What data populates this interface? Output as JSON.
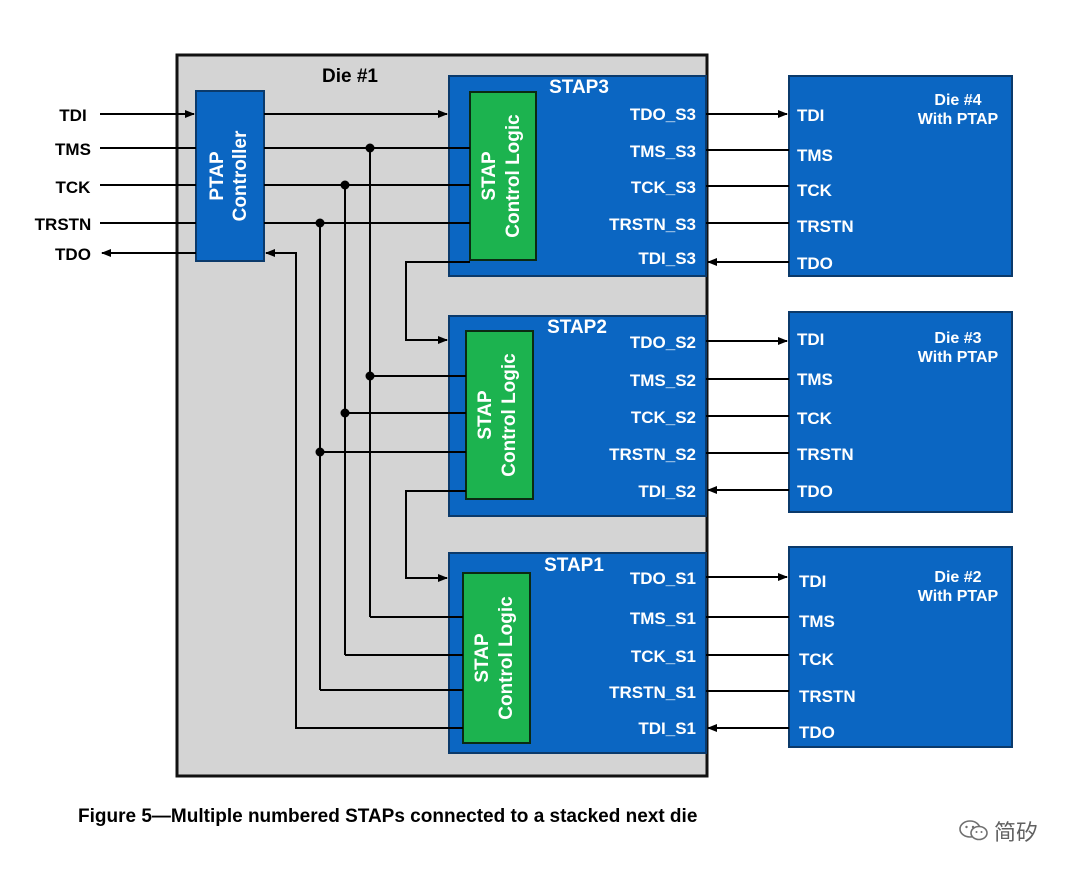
{
  "die1": {
    "title": "Die #1"
  },
  "ptap": {
    "line1": "PTAP",
    "line2": "Controller"
  },
  "external_pins": [
    "TDI",
    "TMS",
    "TCK",
    "TRSTN",
    "TDO"
  ],
  "staps": [
    {
      "title": "STAP3",
      "logic_line1": "STAP",
      "logic_line2": "Control Logic",
      "ports": [
        "TDO_S3",
        "TMS_S3",
        "TCK_S3",
        "TRSTN_S3",
        "TDI_S3"
      ]
    },
    {
      "title": "STAP2",
      "logic_line1": "STAP",
      "logic_line2": "Control Logic",
      "ports": [
        "TDO_S2",
        "TMS_S2",
        "TCK_S2",
        "TRSTN_S2",
        "TDI_S2"
      ]
    },
    {
      "title": "STAP1",
      "logic_line1": "STAP",
      "logic_line2": "Control Logic",
      "ports": [
        "TDO_S1",
        "TMS_S1",
        "TCK_S1",
        "TRSTN_S1",
        "TDI_S1"
      ]
    }
  ],
  "dies": [
    {
      "title_line1": "Die #4",
      "title_line2": "With PTAP",
      "pins": [
        "TDI",
        "TMS",
        "TCK",
        "TRSTN",
        "TDO"
      ]
    },
    {
      "title_line1": "Die #3",
      "title_line2": "With PTAP",
      "pins": [
        "TDI",
        "TMS",
        "TCK",
        "TRSTN",
        "TDO"
      ]
    },
    {
      "title_line1": "Die #2",
      "title_line2": "With PTAP",
      "pins": [
        "TDI",
        "TMS",
        "TCK",
        "TRSTN",
        "TDO"
      ]
    }
  ],
  "caption": "Figure 5—Multiple numbered STAPs connected to a stacked next die",
  "watermark": {
    "text": "简矽",
    "icon": "wechat-icon"
  },
  "colors": {
    "stap_blue": "#0B66C2",
    "logic_green": "#1CB34F",
    "die_gray": "#D4D4D4"
  }
}
